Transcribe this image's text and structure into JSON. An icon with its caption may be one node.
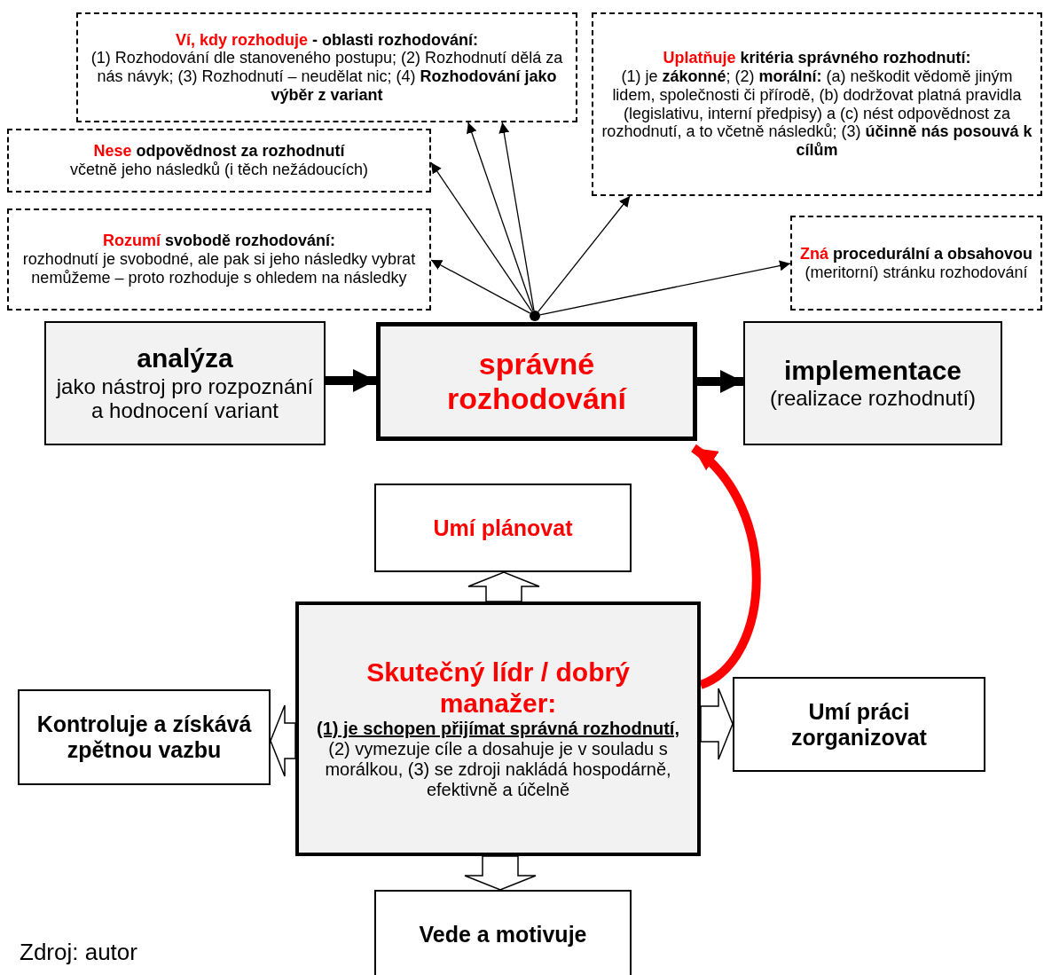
{
  "diagram": {
    "caption": "Zdroj: autor",
    "nodes": [
      {
        "text": [
          "**Ví, kdy rozhoduje** - oblasti rozhodování:",
          "(1) Rozhodování dle stanoveného postupu; (2) Rozhodnutí dělá za nás návyk; (3) Rozhodnutí – neudělat nic; (4) **Rozhodování jako výběr z variant**"
        ]
      },
      {
        "text": [
          "**Uplatňuje** kritéria správného rozhodnutí:",
          "(1) je **zákonné**; (2) **morální:** (a) neškodit vědomě jiným lidem, společnosti či přírodě, (b) dodržovat platná pravidla (legislativu, interní předpisy) a (c) nést odpovědnost za rozhodnutí, a to včetně následků; (3) **účinně nás posouvá k cílům**"
        ]
      },
      {
        "text": [
          "**Nese** odpovědnost za rozhodnutí",
          "včetně jeho následků (i těch nežádoucích)"
        ]
      },
      {
        "text": [
          "**Rozumí** svobodě rozhodování:",
          "rozhodnutí je svobodné, ale pak si jeho následky vybrat nemůžeme – proto rozhoduje s ohledem na následky"
        ]
      },
      {
        "text": [
          "**Zná** procedurální a obsahovou",
          "(meritorní) stránku rozhodování"
        ]
      },
      {
        "text": [],
        "shape": "circle"
      },
      {
        "text": [
          "analýza",
          "jako nástroj pro rozpoznání a hodnocení variant"
        ]
      },
      {
        "text": [
          "správné rozhodování"
        ]
      },
      {
        "text": [
          "implementace",
          "(realizace rozhodnutí)"
        ]
      },
      {
        "text": [
          "Umí plánovat"
        ]
      },
      {
        "text": [
          "Skutečný lídr / dobrý manažer:",
          "**(1) je schopen přijímat správná rozhodnutí,** (2) vymezuje cíle a dosahuje je v souladu s morálkou, (3) se zdroji nakládá hospodárně, efektivně a účelně"
        ]
      },
      {
        "text": [
          "Kontroluje a získává zpětnou vazbu"
        ]
      },
      {
        "text": [
          "Umí práci zorganizovat"
        ]
      },
      {
        "text": [
          "Vede a motivuje"
        ]
      }
    ],
    "edges": [
      {
        "from": 5,
        "to": 2,
        "arrow": "to"
      },
      {
        "from": 5,
        "to": 0,
        "arrow": "to"
      },
      {
        "from": 5,
        "to": 0,
        "arrow": "to"
      },
      {
        "from": 5,
        "to": 1,
        "arrow": "to"
      },
      {
        "from": 5,
        "to": 3,
        "arrow": "to"
      },
      {
        "from": 5,
        "to": 4,
        "arrow": "to"
      },
      {
        "from": 6,
        "to": 7,
        "arrow": "to",
        "style": "thick"
      },
      {
        "from": 7,
        "to": 8,
        "arrow": "to",
        "style": "thick"
      },
      {
        "from": 10,
        "to": 7,
        "arrow": "to",
        "style": "thick",
        "color": "#ff0000"
      },
      {
        "from": 10,
        "to": 9,
        "arrow": "to"
      },
      {
        "from": 10,
        "to": 11,
        "arrow": "to"
      },
      {
        "from": 10,
        "to": 12,
        "arrow": "to"
      },
      {
        "from": 10,
        "to": 13,
        "arrow": "to"
      }
    ]
  }
}
